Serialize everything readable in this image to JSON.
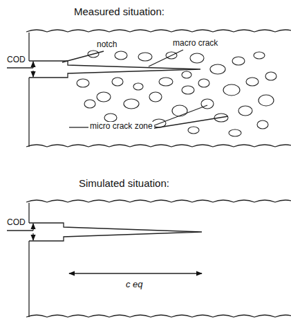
{
  "diagram": {
    "labels": [
      "Measured situation:",
      "COD",
      "notch",
      "macro crack",
      "micro crack zone",
      "Simulated situation:",
      "COD",
      "c eq"
    ]
  }
}
